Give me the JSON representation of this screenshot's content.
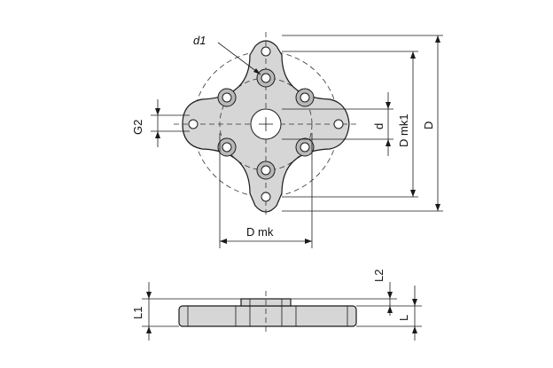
{
  "labels": {
    "d1": "d1",
    "g2": "G2",
    "d": "d",
    "d_mk1": "D mk1",
    "d_outer": "D",
    "d_mk": "D mk",
    "l1": "L1",
    "l2": "L2",
    "l": "L"
  },
  "colors": {
    "part_fill": "#d6d6d6",
    "ring_fill": "#b9b9b9",
    "line": "#1a1a1a"
  }
}
